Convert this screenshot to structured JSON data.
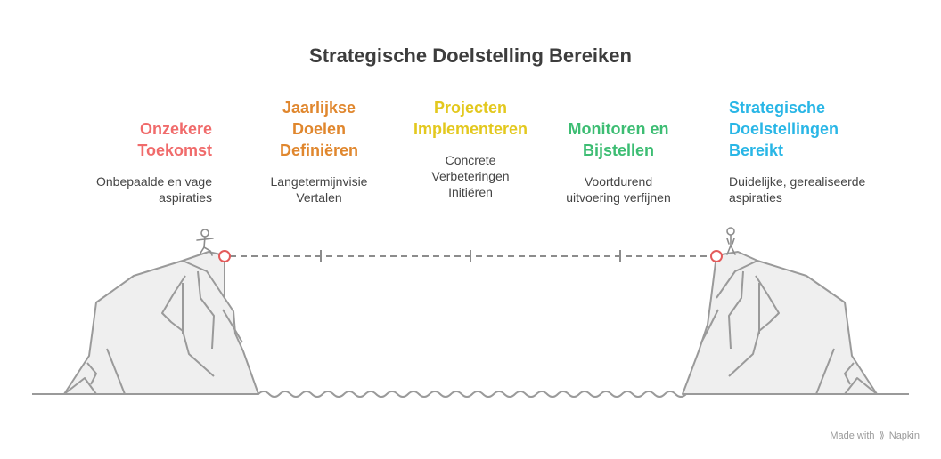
{
  "title": "Strategische Doelstelling Bereiken",
  "steps": [
    {
      "title": "Onzekere\nToekomst",
      "desc": "Onbepaalde en vage\naspiraties",
      "color": "#f06b6b"
    },
    {
      "title": "Jaarlijkse\nDoelen\nDefiniëren",
      "desc": "Langetermijnvisie\nVertalen",
      "color": "#e0872e"
    },
    {
      "title": "Projecten\nImplementeren",
      "desc": "Concrete\nVerbeteringen\nInitiëren",
      "color": "#e3c81e"
    },
    {
      "title": "Monitoren en\nBijstellen",
      "desc": "Voortdurend\nuitvoering verfijnen",
      "color": "#3dbd73"
    },
    {
      "title": "Strategische\nDoelstellingen\nBereikt",
      "desc": "Duidelijke, gerealiseerde\naspiraties",
      "color": "#29b6e6"
    }
  ],
  "credit": {
    "prefix": "Made with",
    "brand": "Napkin"
  },
  "colors": {
    "rock_stroke": "#9a9a9a",
    "rock_fill": "#efefef",
    "line": "#8c8c8c",
    "marker": "#e35b5b"
  },
  "icons": [
    "person-start-icon",
    "person-end-icon",
    "napkin-logo-icon"
  ]
}
